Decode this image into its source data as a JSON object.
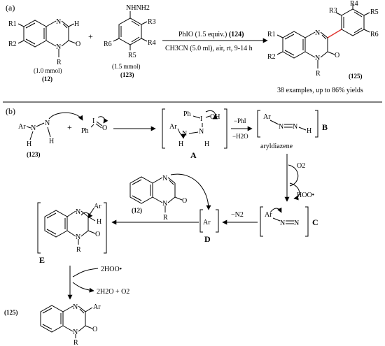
{
  "panels": {
    "a": "(a)",
    "b": "(b)"
  },
  "partA": {
    "quinoxalinone": {
      "r1": "R1",
      "r2": "R2",
      "n1": "N",
      "n4": "N",
      "h": "H",
      "o": "O",
      "r": "R",
      "amount": "(1.0 mmol)",
      "label": "(12)"
    },
    "plus": "+",
    "hydrazine": {
      "nhnh2": "NHNH2",
      "r3": "R3",
      "r4": "R4",
      "r5": "R5",
      "r6": "R6",
      "amount": "(1.5 mmol)",
      "label": "(123)"
    },
    "conditions_line1": "PhIO (1.5 equiv.)",
    "conditions_ref": "(124)",
    "conditions_line2": "CH3CN (5.0 ml), air, rt, 9-14 h",
    "product": {
      "r1": "R1",
      "r2": "R2",
      "r3": "R3",
      "r4": "R4",
      "r5": "R5",
      "r6": "R6",
      "n": "N",
      "o": "O",
      "r": "R",
      "label": "(125)"
    },
    "summary": "38 examples, up to 86% yields"
  },
  "partB": {
    "hydrazineMech": {
      "ar": "Ar",
      "n": "N",
      "h": "H",
      "label": "(123)"
    },
    "plus": "+",
    "phio": {
      "ph": "Ph",
      "i": "I",
      "o": "O"
    },
    "intA": {
      "ar": "Ar",
      "n": "N",
      "h": "H",
      "ph": "Ph",
      "i": "I",
      "oh": "OH",
      "label": "A"
    },
    "stepA_line1": "−PhI",
    "stepA_line2": "−H2O",
    "intB": {
      "ar": "Ar",
      "n": "N",
      "h": "H",
      "label": "B",
      "name": "aryldiazene"
    },
    "o2": "O2",
    "hoo": "HOO•",
    "intC": {
      "ar": "Ar",
      "n": "N",
      "label": "C"
    },
    "minusN2": "−N2",
    "intD": {
      "ar": "Ar",
      "label": "D"
    },
    "q12": {
      "n": "N",
      "o": "O",
      "r": "R",
      "label": "(12)"
    },
    "intE": {
      "n": "N",
      "ar": "Ar",
      "h": "H",
      "o": "O",
      "r": "R",
      "label": "E"
    },
    "twoHOO": "2HOO•",
    "water": "2H2O + O2",
    "final": {
      "label": "(125)",
      "n": "N",
      "ar": "Ar",
      "o": "O",
      "r": "R"
    }
  }
}
